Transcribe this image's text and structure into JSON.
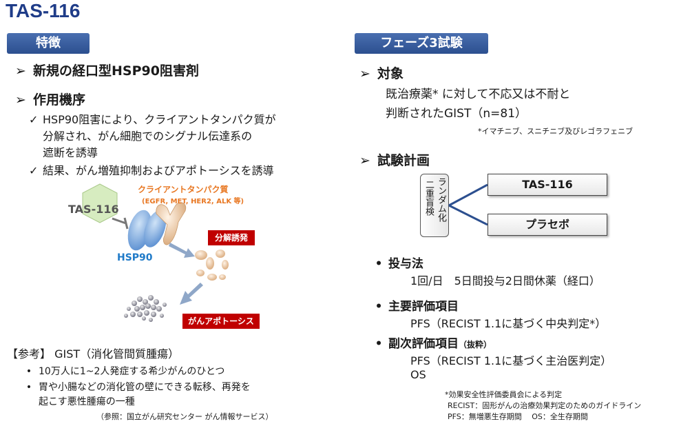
{
  "title": "TAS-116",
  "left": {
    "badge": "特徴",
    "h1": "新規の経口型HSP90阻害剤",
    "h2": "作用機序",
    "checks": [
      "HSP90阻害により、クライアントタンパク質が",
      "分解され、がん細胞でのシグナル伝達系の",
      "遮断を誘導",
      "結果、がん増殖抑制およびアポトーシスを誘導"
    ],
    "diagram": {
      "client_label": "クライアントタンパク質",
      "client_sub": "(EGFR, MET, HER2, ALK 等)",
      "drug": "TAS-116",
      "hsp": "HSP90",
      "degrade": "分解誘発",
      "apoptosis": "がんアポトーシス"
    },
    "ref_title": "【参考】 GIST（消化管間質腫瘍）",
    "ref_items": [
      "10万人に1~2人発症する希少がんのひとつ",
      "胃や小腸などの消化管の壁にできる転移、再発を",
      "起こす悪性腫瘍の一種"
    ],
    "ref_source": "（参照：国立がん研究センター がん情報サービス）"
  },
  "right": {
    "badge": "フェーズ3試験",
    "target_h": "対象",
    "target_l1": "既治療薬* に対して不応又は不耐と",
    "target_l2": "判断されたGIST（n=81）",
    "target_note": "*イマチニブ、スニチニブ及びレゴラフェニブ",
    "plan_h": "試験計画",
    "random_col1": "ランダム化",
    "random_col2": "二重盲検",
    "arm1": "TAS-116",
    "arm2": "プラセボ",
    "dosing_h": "投与法",
    "dosing": "1回/日　5日間投与2日間休薬（経口）",
    "primary_h": "主要評価項目",
    "primary": "PFS（RECIST 1.1に基づく中央判定*）",
    "secondary_h": "副次評価項目",
    "secondary_tag": "（抜粋）",
    "secondary1": "PFS（RECIST 1.1に基づく主治医判定）",
    "secondary2": "OS",
    "fn1": "*効果安全性評価委員会による判定",
    "fn2": "RECIST：固形がんの治療効果判定のためのガイドライン",
    "fn3": "PFS：無増悪生存期間　 OS：全生存期間"
  },
  "icons": {
    "arrow": "arrow-right-icon",
    "check": "check-icon",
    "bullet": "bullet-icon"
  },
  "colors": {
    "title": "#1f3c88",
    "badge": "#2c4f8f",
    "red": "#c00000",
    "hsp": "#1f7ac8",
    "client": "#e87722"
  }
}
